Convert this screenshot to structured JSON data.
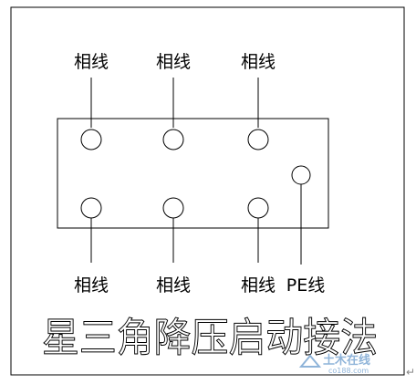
{
  "diagram": {
    "top_labels": [
      "相线",
      "相线",
      "相线"
    ],
    "bottom_labels": [
      "相线",
      "相线",
      "相线",
      "PE线"
    ],
    "title": "星三角降压启动接法",
    "colors": {
      "line": "#000000",
      "background": "#ffffff",
      "watermark": "#8fb4d9"
    }
  },
  "watermark": {
    "brand": "土木在线",
    "sub": "co188.com"
  },
  "return_mark": "↵"
}
